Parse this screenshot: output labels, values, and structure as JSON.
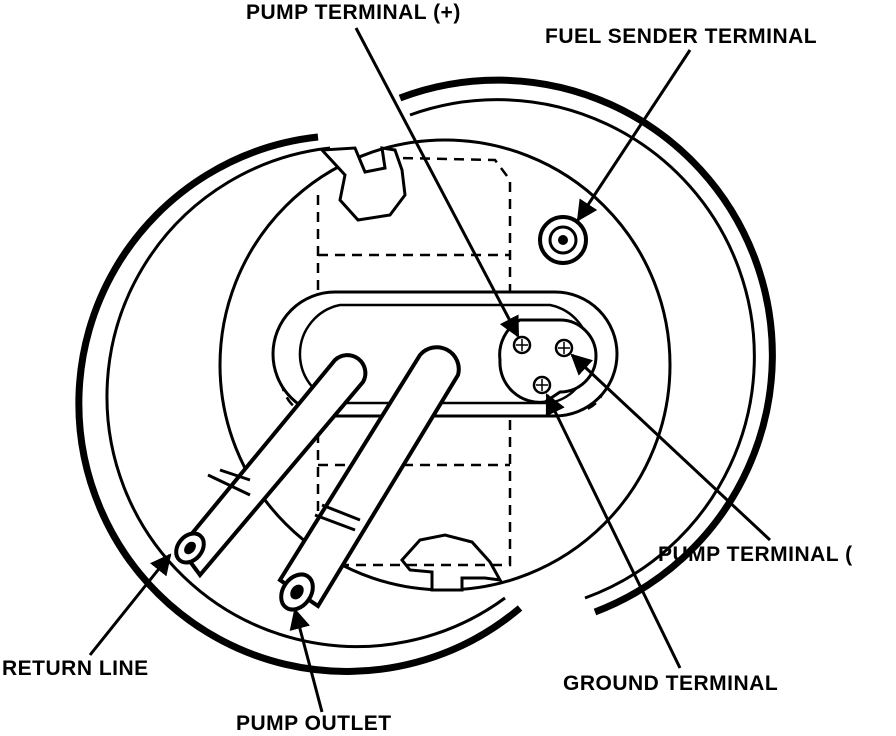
{
  "labels": {
    "pump_terminal_plus": "PUMP TERMINAL (+)",
    "fuel_sender_terminal": "FUEL SENDER TERMINAL",
    "pump_terminal_minus": "PUMP TERMINAL (",
    "ground_terminal": "GROUND TERMINAL",
    "return_line": "RETURN LINE",
    "pump_outlet": "PUMP OUTLET"
  },
  "colors": {
    "ink": "#000000",
    "paper": "#ffffff"
  }
}
